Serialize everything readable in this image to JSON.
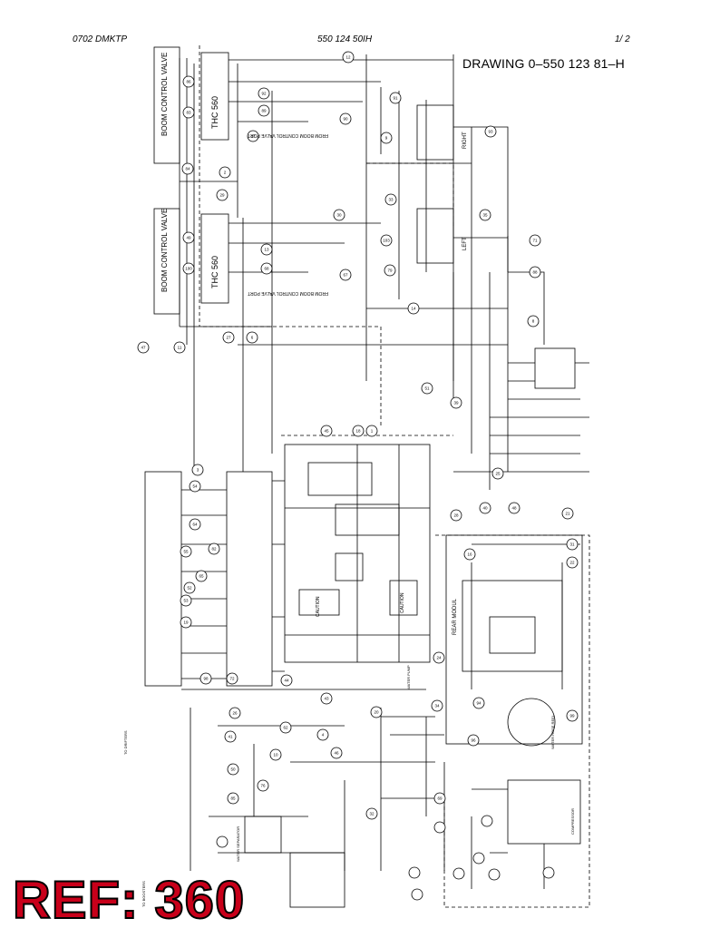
{
  "header": {
    "left": "0702 DMKTP",
    "middle": "550 124 50IH",
    "right": "1/  2"
  },
  "drawing_title": "DRAWING 0–550 123 81–H",
  "ref_label": "REF: 360",
  "valves": {
    "upper": {
      "name": "BOOM CONTROL VALVE",
      "model": "THC 560",
      "note": "FROM BOOM CONTROL VALVE PORT"
    },
    "lower": {
      "name": "BOOM CONTROL VALVE",
      "model": "THC 560",
      "note": "FROM BOOM CONTROL VALVE PORT"
    }
  },
  "side_labels": {
    "right_upper": "RIGHT",
    "right_lower": "LEFT"
  },
  "boxes": {
    "rear_module": "REAR MODUL",
    "caution_a": "CAUTION",
    "caution_b": "CAUTION",
    "water_hose_reel": "WATER HOSE REEL",
    "compressor": "COMPRESSOR",
    "water_pump": "WATER PUMP",
    "water_separator": "WATER SEPARATOR",
    "to_drifters": "TO DRIFTERS",
    "to_boosters": "TO BOOSTERS"
  },
  "callouts": {
    "upper": [
      "86",
      "83",
      "92",
      "89",
      "87",
      "90",
      "91",
      "9",
      "93",
      "84",
      "2",
      "29",
      "30",
      "33",
      "35",
      "71",
      "88",
      "49",
      "100",
      "13",
      "68",
      "67",
      "103"
    ],
    "middle": [
      "79",
      "6",
      "27",
      "11",
      "47",
      "8",
      "14",
      "12",
      "51",
      "39",
      "45",
      "18",
      "1",
      "3",
      "54",
      "64",
      "55",
      "82",
      "65"
    ],
    "lower": [
      "52",
      "53",
      "19",
      "25",
      "28",
      "40",
      "48",
      "31",
      "22",
      "21",
      "16",
      "24",
      "94",
      "96",
      "99",
      "98",
      "72",
      "44",
      "43",
      "34",
      "20",
      "26",
      "41",
      "10",
      "4",
      "62",
      "46",
      "50",
      "76",
      "85",
      "32",
      "69"
    ]
  }
}
